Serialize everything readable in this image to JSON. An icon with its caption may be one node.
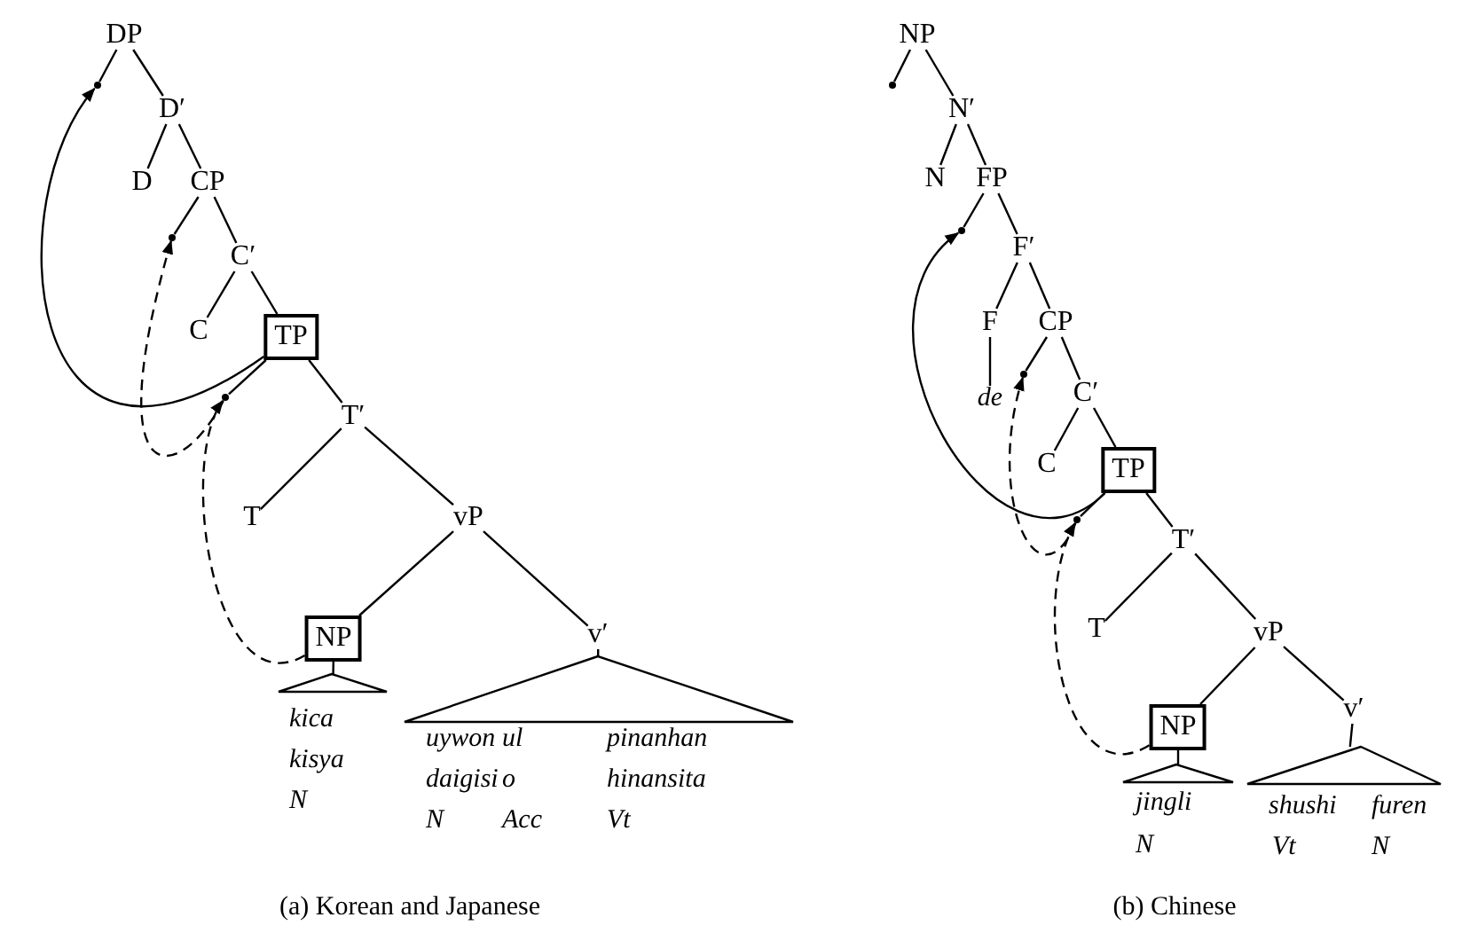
{
  "diagram": {
    "nodes": [
      {
        "text": [
          "DP"
        ]
      },
      {
        "text": [],
        "shape": "point"
      },
      {
        "text": [
          "D′"
        ]
      },
      {
        "text": [
          "D"
        ]
      },
      {
        "text": [
          "CP"
        ]
      },
      {
        "text": [],
        "shape": "point"
      },
      {
        "text": [
          "C′"
        ]
      },
      {
        "text": [
          "C"
        ]
      },
      {
        "text": [
          "TP"
        ]
      },
      {
        "text": [],
        "shape": "point"
      },
      {
        "text": [
          "T′"
        ]
      },
      {
        "text": [
          "T"
        ]
      },
      {
        "text": [
          "vP"
        ]
      },
      {
        "text": [
          "NP"
        ]
      },
      {
        "text": [
          "v′"
        ]
      },
      {
        "text": [
          "kica",
          "kisya",
          "N"
        ]
      },
      {
        "text": [
          "uywon",
          "ul",
          "pinanhan",
          "daigisi",
          "o",
          "hinansita",
          "N",
          "Acc",
          "Vt"
        ]
      },
      {
        "text": [
          "NP"
        ]
      },
      {
        "text": [],
        "shape": "point"
      },
      {
        "text": [
          "N′"
        ]
      },
      {
        "text": [
          "N"
        ]
      },
      {
        "text": [
          "FP"
        ]
      },
      {
        "text": [],
        "shape": "point"
      },
      {
        "text": [
          "F′"
        ]
      },
      {
        "text": [
          "F"
        ]
      },
      {
        "text": [
          "CP"
        ]
      },
      {
        "text": [
          "de"
        ]
      },
      {
        "text": [],
        "shape": "point"
      },
      {
        "text": [
          "C′"
        ]
      },
      {
        "text": [
          "C"
        ]
      },
      {
        "text": [
          "TP"
        ]
      },
      {
        "text": [],
        "shape": "point"
      },
      {
        "text": [
          "T′"
        ]
      },
      {
        "text": [
          "T"
        ]
      },
      {
        "text": [
          "vP"
        ]
      },
      {
        "text": [
          "NP"
        ]
      },
      {
        "text": [
          "v′"
        ]
      },
      {
        "text": [
          "jingli",
          "N"
        ]
      },
      {
        "text": [
          "shushi",
          "furen",
          "Vt",
          "N"
        ]
      }
    ],
    "edges": [
      {
        "from": 0,
        "to": 1,
        "arrow": "none"
      },
      {
        "from": 0,
        "to": 2,
        "arrow": "none"
      },
      {
        "from": 2,
        "to": 3,
        "arrow": "none"
      },
      {
        "from": 2,
        "to": 4,
        "arrow": "none"
      },
      {
        "from": 4,
        "to": 5,
        "arrow": "none"
      },
      {
        "from": 4,
        "to": 6,
        "arrow": "none"
      },
      {
        "from": 6,
        "to": 7,
        "arrow": "none"
      },
      {
        "from": 6,
        "to": 8,
        "arrow": "none"
      },
      {
        "from": 8,
        "to": 9,
        "arrow": "none"
      },
      {
        "from": 8,
        "to": 10,
        "arrow": "none"
      },
      {
        "from": 10,
        "to": 11,
        "arrow": "none"
      },
      {
        "from": 10,
        "to": 12,
        "arrow": "none"
      },
      {
        "from": 12,
        "to": 13,
        "arrow": "none"
      },
      {
        "from": 12,
        "to": 14,
        "arrow": "none"
      },
      {
        "from": 13,
        "to": 15,
        "arrow": "none"
      },
      {
        "from": 14,
        "to": 16,
        "arrow": "none"
      },
      {
        "from": 13,
        "to": 9,
        "arrow": "to",
        "style": "dashed"
      },
      {
        "from": 9,
        "to": 5,
        "arrow": "to",
        "style": "dashed"
      },
      {
        "from": 8,
        "to": 1,
        "arrow": "to"
      },
      {
        "from": 17,
        "to": 18,
        "arrow": "none"
      },
      {
        "from": 17,
        "to": 19,
        "arrow": "none"
      },
      {
        "from": 19,
        "to": 20,
        "arrow": "none"
      },
      {
        "from": 19,
        "to": 21,
        "arrow": "none"
      },
      {
        "from": 21,
        "to": 22,
        "arrow": "none"
      },
      {
        "from": 21,
        "to": 23,
        "arrow": "none"
      },
      {
        "from": 23,
        "to": 24,
        "arrow": "none"
      },
      {
        "from": 23,
        "to": 25,
        "arrow": "none"
      },
      {
        "from": 24,
        "to": 26,
        "arrow": "none"
      },
      {
        "from": 25,
        "to": 27,
        "arrow": "none"
      },
      {
        "from": 25,
        "to": 28,
        "arrow": "none"
      },
      {
        "from": 28,
        "to": 29,
        "arrow": "none"
      },
      {
        "from": 28,
        "to": 30,
        "arrow": "none"
      },
      {
        "from": 30,
        "to": 31,
        "arrow": "none"
      },
      {
        "from": 30,
        "to": 32,
        "arrow": "none"
      },
      {
        "from": 32,
        "to": 33,
        "arrow": "none"
      },
      {
        "from": 32,
        "to": 34,
        "arrow": "none"
      },
      {
        "from": 34,
        "to": 35,
        "arrow": "none"
      },
      {
        "from": 34,
        "to": 36,
        "arrow": "none"
      },
      {
        "from": 35,
        "to": 37,
        "arrow": "none"
      },
      {
        "from": 36,
        "to": 38,
        "arrow": "none"
      },
      {
        "from": 35,
        "to": 31,
        "arrow": "to",
        "style": "dashed"
      },
      {
        "from": 31,
        "to": 27,
        "arrow": "to",
        "style": "dashed"
      },
      {
        "from": 30,
        "to": 22,
        "arrow": "to"
      }
    ],
    "labels": [
      "(a) Korean and Japanese",
      "(b) Chinese"
    ]
  }
}
